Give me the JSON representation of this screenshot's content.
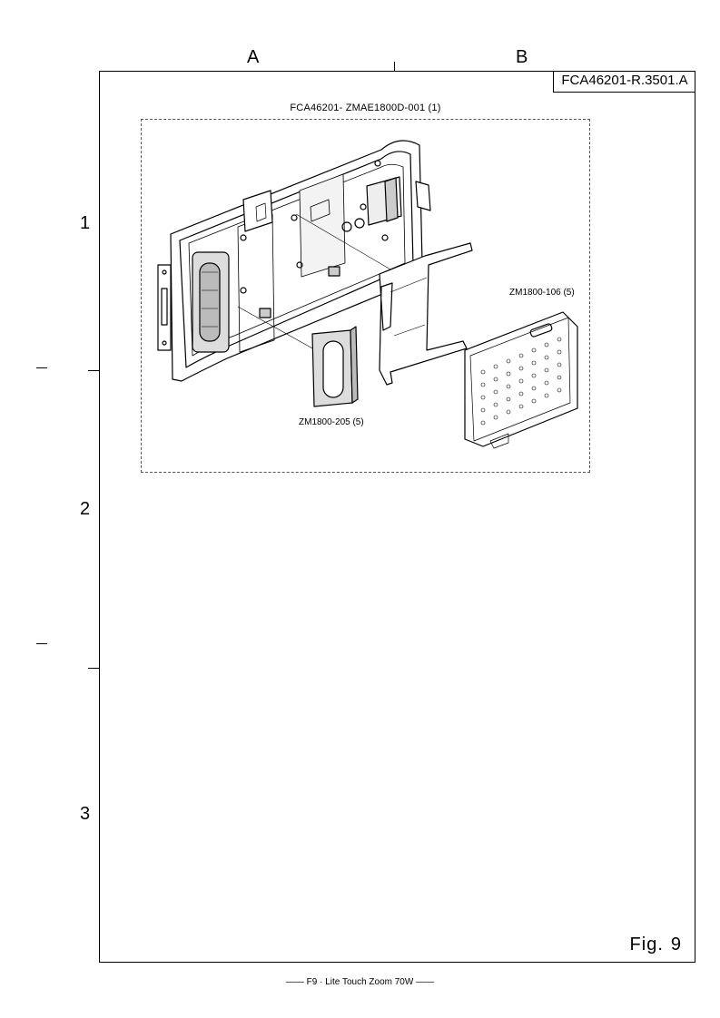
{
  "columns": [
    "A",
    "B"
  ],
  "rows": [
    "1",
    "2",
    "3"
  ],
  "doc_code": "FCA46201-R.3501.A",
  "group_title": "FCA46201- ZMAE1800D-001 (1)",
  "parts": {
    "cover_plate": "ZM1800-106 (5)",
    "cushion": "ZM1800-205 (5)"
  },
  "figure": {
    "prefix": "Fig.",
    "number": "9"
  },
  "footer": "—— F9 · Lite Touch Zoom 70W ——"
}
